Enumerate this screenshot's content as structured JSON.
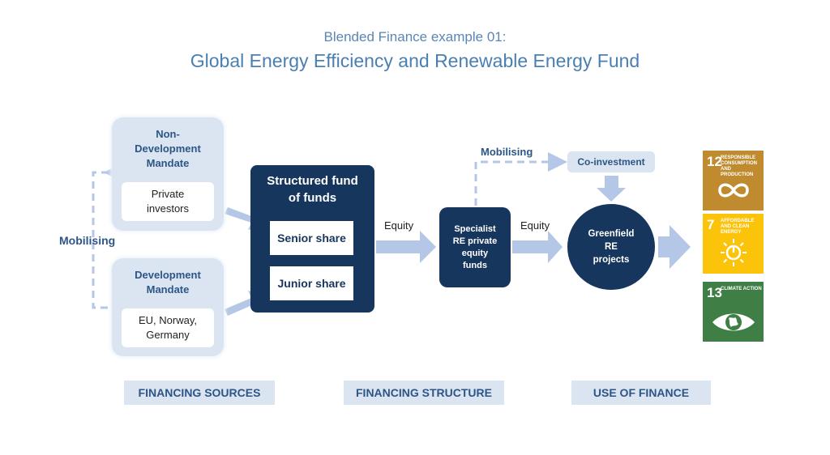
{
  "header": {
    "subtitle": "Blended Finance example 01:",
    "title": "Global Energy Efficiency and Renewable Energy Fund"
  },
  "sources": {
    "non_dev": {
      "heading": "Non-\nDevelopment\nMandate",
      "content": "Private\ninvestors"
    },
    "dev": {
      "heading": "Development\nMandate",
      "content": "EU, Norway,\nGermany"
    },
    "mobilising": "Mobilising"
  },
  "structure": {
    "fund_of_funds": "Structured fund\nof funds",
    "senior_share": "Senior share",
    "junior_share": "Junior share",
    "equity_1": "Equity",
    "specialist": "Specialist\nRE private\nequity\nfunds",
    "equity_2": "Equity",
    "mobilising": "Mobilising"
  },
  "use": {
    "coinvestment": "Co-investment",
    "greenfield": "Greenfield\nRE\nprojects"
  },
  "sdgs": [
    {
      "number": "12",
      "text": "RESPONSIBLE CONSUMPTION AND PRODUCTION",
      "color": "#bf8b2e",
      "icon": "infinity-icon"
    },
    {
      "number": "7",
      "text": "AFFORDABLE AND CLEAN ENERGY",
      "color": "#fcc30b",
      "icon": "sun-power-icon"
    },
    {
      "number": "13",
      "text": "CLIMATE ACTION",
      "color": "#3f7e44",
      "icon": "eye-globe-icon"
    }
  ],
  "footer": {
    "sources": "FINANCING SOURCES",
    "structure": "FINANCING STRUCTURE",
    "use": "USE OF FINANCE"
  },
  "colors": {
    "navy": "#17365d",
    "light_blue": "#dbe5f1",
    "arrow": "#b4c7e7",
    "title": "#4a7fb2"
  }
}
